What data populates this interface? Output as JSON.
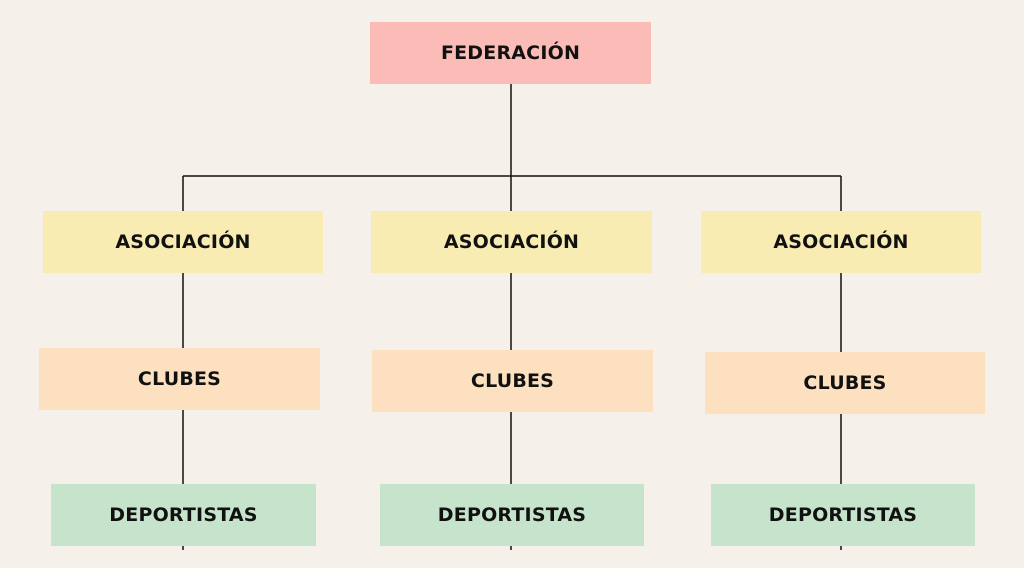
{
  "diagram": {
    "root": {
      "label": "FEDERACIÓN"
    },
    "branches": [
      {
        "association": "ASOCIACIÓN",
        "clubs": "CLUBES",
        "athletes": "DEPORTISTAS"
      },
      {
        "association": "ASOCIACIÓN",
        "clubs": "CLUBES",
        "athletes": "DEPORTISTAS"
      },
      {
        "association": "ASOCIACIÓN",
        "clubs": "CLUBES",
        "athletes": "DEPORTISTAS"
      }
    ]
  },
  "colors": {
    "background": "#f5f0ea",
    "federation": "#fbbcb7",
    "association": "#f8ecb3",
    "clubs": "#fce0bf",
    "athletes": "#c5e4cb",
    "connector": "#111111"
  }
}
